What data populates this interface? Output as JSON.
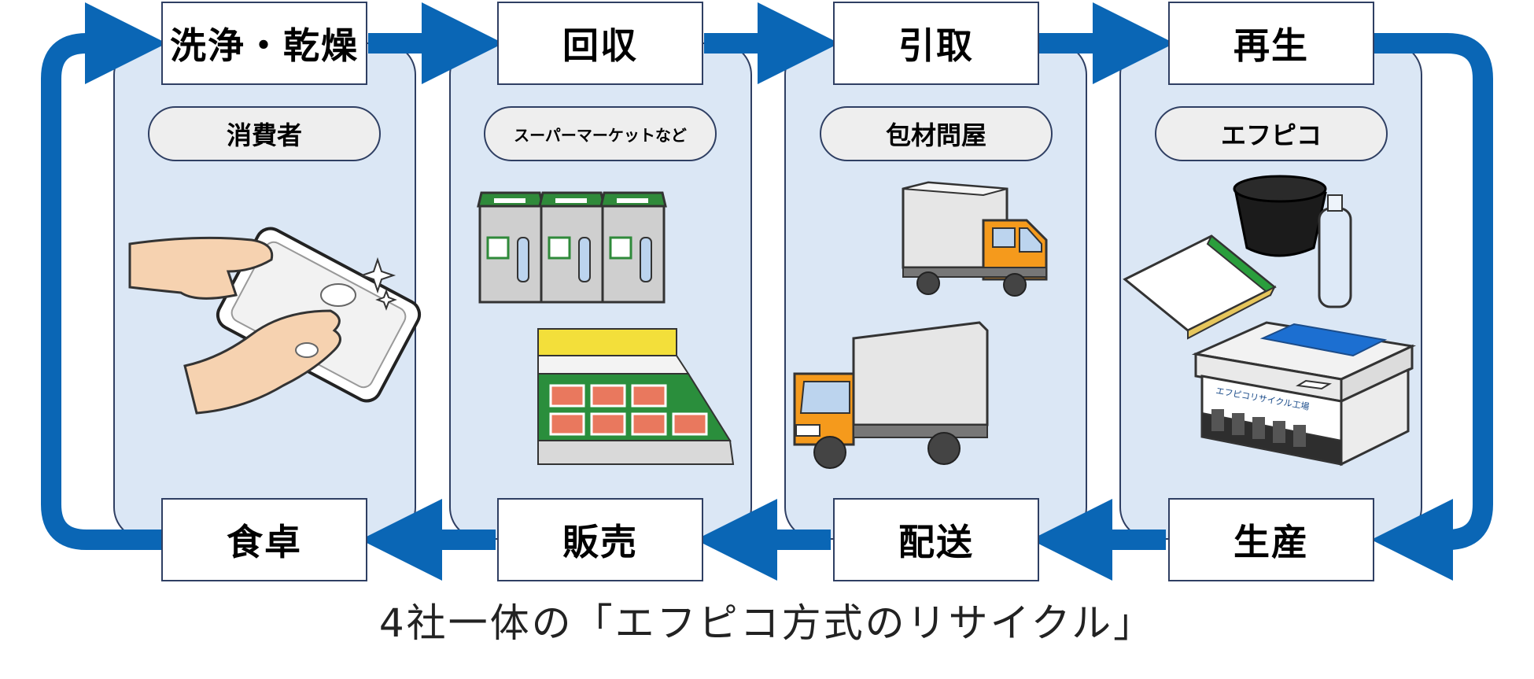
{
  "caption": "4社一体の「エフピコ方式のリサイクル」",
  "colors": {
    "arrow": "#0a66b5",
    "panel_fill": "#dbe7f5",
    "panel_border": "#2f3f63",
    "pill_fill": "#eeeeee",
    "truck_cab": "#f59a1c",
    "bin_lid": "#2f8a3a"
  },
  "top_steps": [
    {
      "label": "洗浄・乾燥"
    },
    {
      "label": "回収"
    },
    {
      "label": "引取"
    },
    {
      "label": "再生"
    }
  ],
  "bottom_steps": [
    {
      "label": "食卓"
    },
    {
      "label": "販売"
    },
    {
      "label": "配送"
    },
    {
      "label": "生産"
    }
  ],
  "actors": [
    {
      "label": "消費者",
      "illustration": "hands-washing-tray"
    },
    {
      "label": "スーパーマーケットなど",
      "illustration": "recycling-bins-and-food-counter"
    },
    {
      "label": "包材問屋",
      "illustration": "delivery-trucks"
    },
    {
      "label": "エフピコ",
      "illustration": "recycled-products-and-factory"
    }
  ],
  "factory_sign": "エフピコリサイクル工場"
}
